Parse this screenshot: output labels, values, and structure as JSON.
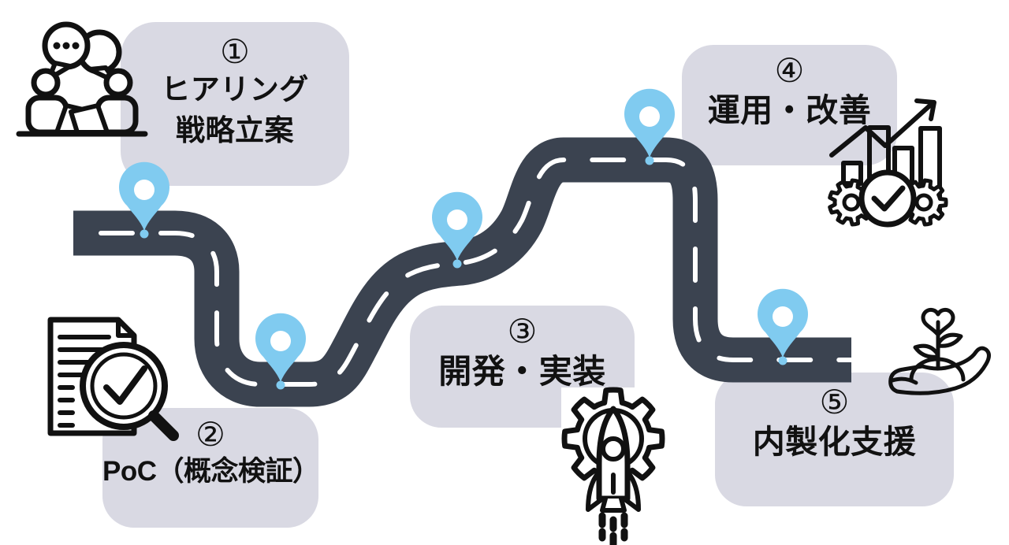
{
  "colors": {
    "road": "#3B4350",
    "pin": "#80CBF0",
    "box": "#D9D9E3",
    "text": "#111111",
    "icon": "#111111",
    "dash": "#FFFFFF",
    "bg": "#FFFFFF"
  },
  "steps": [
    {
      "number": "①",
      "lines": [
        "ヒアリング",
        "戦略立案"
      ],
      "icon": "consultation-icon"
    },
    {
      "number": "②",
      "lines": [
        "PoC（概念検証）"
      ],
      "icon": "document-check-icon"
    },
    {
      "number": "③",
      "lines": [
        "開発・実装"
      ],
      "icon": "rocket-gear-icon"
    },
    {
      "number": "④",
      "lines": [
        "運用・改善"
      ],
      "icon": "growth-chart-icon"
    },
    {
      "number": "⑤",
      "lines": [
        "内製化支援"
      ],
      "icon": "hand-sprout-icon"
    }
  ],
  "road": {
    "pins": 5
  }
}
